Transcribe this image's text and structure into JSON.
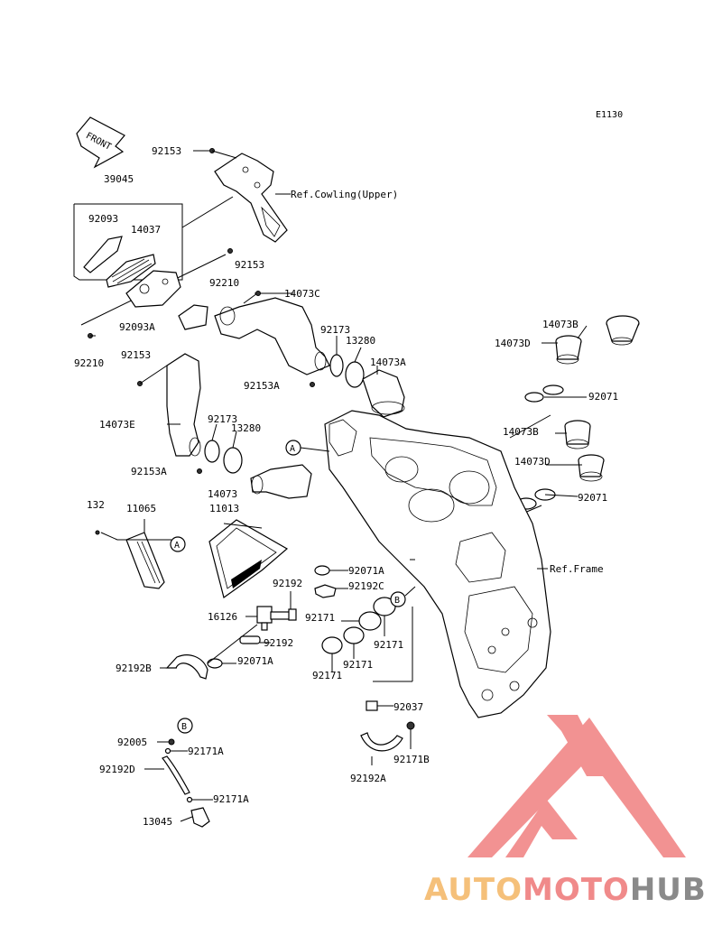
{
  "diagram_code": "E1130",
  "front_label": "FRONT",
  "labels": [
    {
      "id": "p92153-top",
      "text": "92153"
    },
    {
      "id": "ref-cowling",
      "text": "Ref.Cowling(Upper)"
    },
    {
      "id": "p39045",
      "text": "39045"
    },
    {
      "id": "p92093",
      "text": "92093"
    },
    {
      "id": "p14037",
      "text": "14037"
    },
    {
      "id": "p92153-b",
      "text": "92153"
    },
    {
      "id": "p92210-a",
      "text": "92210"
    },
    {
      "id": "p14073C",
      "text": "14073C"
    },
    {
      "id": "p92093A",
      "text": "92093A"
    },
    {
      "id": "p92173-a",
      "text": "92173"
    },
    {
      "id": "p13280-a",
      "text": "13280"
    },
    {
      "id": "p92210-b",
      "text": "92210"
    },
    {
      "id": "p92153-c",
      "text": "92153"
    },
    {
      "id": "p14073A",
      "text": "14073A"
    },
    {
      "id": "p92153A-a",
      "text": "92153A"
    },
    {
      "id": "p14073B-a",
      "text": "14073B"
    },
    {
      "id": "p14073D-a",
      "text": "14073D"
    },
    {
      "id": "p92071-a",
      "text": "92071"
    },
    {
      "id": "p14073E",
      "text": "14073E"
    },
    {
      "id": "p92173-b",
      "text": "92173"
    },
    {
      "id": "p13280-b",
      "text": "13280"
    },
    {
      "id": "p14073B-b",
      "text": "14073B"
    },
    {
      "id": "p14073D-b",
      "text": "14073D"
    },
    {
      "id": "p92153A-b",
      "text": "92153A"
    },
    {
      "id": "p14073",
      "text": "14073"
    },
    {
      "id": "p92071-b",
      "text": "92071"
    },
    {
      "id": "p132",
      "text": "132"
    },
    {
      "id": "p11065",
      "text": "11065"
    },
    {
      "id": "p11013",
      "text": "11013"
    },
    {
      "id": "p92071A-a",
      "text": "92071A"
    },
    {
      "id": "ref-frame",
      "text": "Ref.Frame"
    },
    {
      "id": "p92192C",
      "text": "92192C"
    },
    {
      "id": "p92192",
      "text": "92192"
    },
    {
      "id": "p16126",
      "text": "16126"
    },
    {
      "id": "p92171-a",
      "text": "92171"
    },
    {
      "id": "p92192-b",
      "text": "92192"
    },
    {
      "id": "p92171-b",
      "text": "92171"
    },
    {
      "id": "p92171-c",
      "text": "92171"
    },
    {
      "id": "p92171-d",
      "text": "92171"
    },
    {
      "id": "p92192B",
      "text": "92192B"
    },
    {
      "id": "p92071A-b",
      "text": "92071A"
    },
    {
      "id": "p92037",
      "text": "92037"
    },
    {
      "id": "p92005",
      "text": "92005"
    },
    {
      "id": "p92171A-a",
      "text": "92171A"
    },
    {
      "id": "p92171B",
      "text": "92171B"
    },
    {
      "id": "p92192D",
      "text": "92192D"
    },
    {
      "id": "p92192A",
      "text": "92192A"
    },
    {
      "id": "p92171A-b",
      "text": "92171A"
    },
    {
      "id": "p13045",
      "text": "13045"
    }
  ],
  "callouts": {
    "A_top": "A",
    "A_left": "A",
    "B_mid": "B",
    "B_low": "B"
  },
  "watermark": {
    "part1": "AUTO",
    "part2": "MOTO",
    "part3": "HUB",
    "color1": "#f5c07a",
    "color2": "#f08a8a",
    "color3": "#8a8a8a",
    "logo_color": "#f07070"
  }
}
